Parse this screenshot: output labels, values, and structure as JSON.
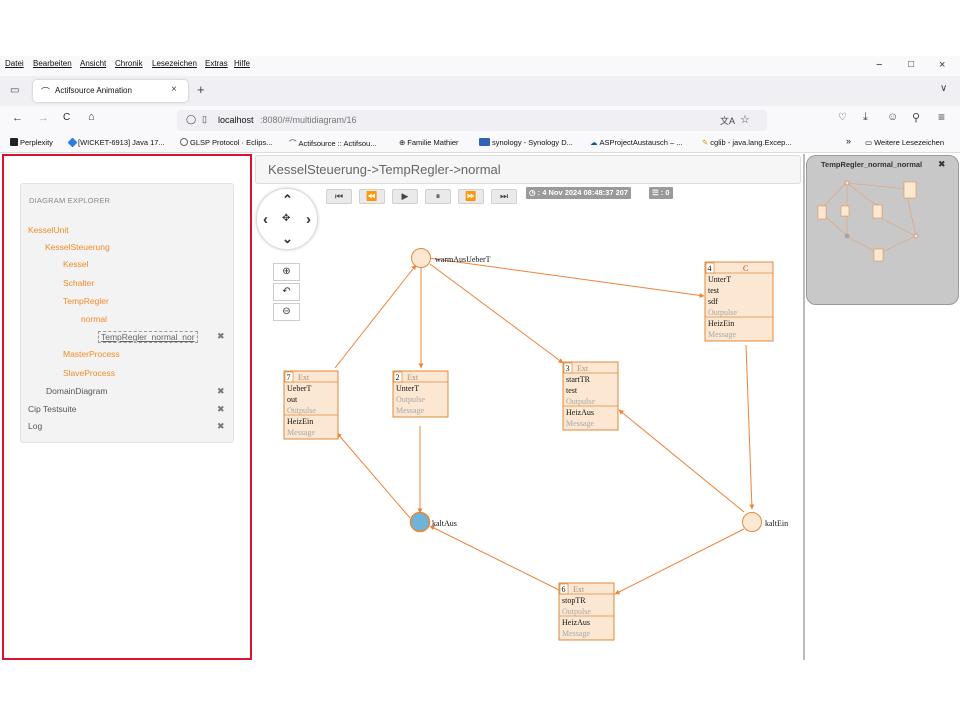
{
  "menu": [
    "Datei",
    "Bearbeiten",
    "Ansicht",
    "Chronik",
    "Lesezeichen",
    "Extras",
    "Hilfe"
  ],
  "window_controls": {
    "minimize": "−",
    "maximize": "□",
    "close": "×"
  },
  "tab": {
    "title": "Actifsource Animation",
    "close": "×",
    "new_tab": "+"
  },
  "nav": {
    "back": "←",
    "forward": "→",
    "reload": "C",
    "home": "⌂",
    "shield": "◯",
    "page": "▯",
    "url_host": "localhost",
    "url_rest": ":8080/#/multidiagram/16",
    "list_all": "∨"
  },
  "bookmarks": [
    {
      "label": "Perplexity",
      "color": "#222"
    },
    {
      "label": "[WICKET-6913] Java 17...",
      "color": "#2a7de1"
    },
    {
      "label": "GLSP Protocol · Eclips...",
      "color": "#666"
    },
    {
      "label": "Actifsource :: Actifsou...",
      "color": "#444"
    },
    {
      "label": "Familie Mathier",
      "color": "#666"
    },
    {
      "label": "synology - Synology D...",
      "color": "#2f64b8"
    },
    {
      "label": "ASProjectAustausch – ...",
      "color": "#1a4f9e"
    },
    {
      "label": "cglib - java.lang.Excep...",
      "color": "#d69e00"
    }
  ],
  "bookmarks_more": "»",
  "bookmarks_folder": "Weitere Lesezeichen",
  "explorer": {
    "heading": "DIAGRAM EXPLORER",
    "items": [
      {
        "label": "KesselUnit"
      },
      {
        "label": "KesselSteuerung"
      },
      {
        "label": "Kessel"
      },
      {
        "label": "Schalter"
      },
      {
        "label": "TempRegler"
      },
      {
        "label": "normal"
      },
      {
        "label": "TempRegler_normal_nor"
      },
      {
        "label": "MasterProcess"
      },
      {
        "label": "SlaveProcess"
      },
      {
        "label": "DomainDiagram"
      },
      {
        "label": "Cip Testsuite"
      },
      {
        "label": "Log"
      }
    ],
    "close_glyph": "✖"
  },
  "diagram": {
    "title": "KesselSteuerung->TempRegler->normal",
    "timestamp": "◷ : 4 Nov 2024 08:48:37 207",
    "queue": "☰ : 0",
    "player": [
      "⏮",
      "⏪",
      "▶",
      "⏸",
      "⏩",
      "⏭"
    ],
    "pan": {
      "up": "⌃",
      "down": "⌄",
      "left": "‹",
      "right": "›",
      "center": "✥"
    },
    "zoom": {
      "in": "⊕",
      "reset": "↶",
      "out": "⊖"
    },
    "states": [
      {
        "label": "warmAusUeberT"
      },
      {
        "label": "kaltAus"
      },
      {
        "label": "kaltEin"
      }
    ],
    "boxes": [
      {
        "id": "4",
        "type": "C",
        "rows": [
          {
            "t": "UnterT",
            "g": false
          },
          {
            "t": "test",
            "g": false
          },
          {
            "t": "sdf",
            "g": false
          },
          {
            "t": "Outpulse",
            "g": true
          },
          {
            "t": "HeizEin",
            "g": false
          },
          {
            "t": "Message",
            "g": true
          }
        ]
      },
      {
        "id": "7",
        "type": "Ext",
        "rows": [
          {
            "t": "UeberT",
            "g": false
          },
          {
            "t": "out",
            "g": false
          },
          {
            "t": "Outpulse",
            "g": true
          },
          {
            "t": "HeizEin",
            "g": false
          },
          {
            "t": "Message",
            "g": true
          }
        ]
      },
      {
        "id": "2",
        "type": "Ext",
        "rows": [
          {
            "t": "UnterT",
            "g": false
          },
          {
            "t": "Outpulse",
            "g": true
          },
          {
            "t": "Message",
            "g": true
          }
        ]
      },
      {
        "id": "3",
        "type": "Ext",
        "rows": [
          {
            "t": "startTR",
            "g": false
          },
          {
            "t": "test",
            "g": false
          },
          {
            "t": "Outpulse",
            "g": true
          },
          {
            "t": "HeizAus",
            "g": false
          },
          {
            "t": "Message",
            "g": true
          }
        ]
      },
      {
        "id": "6",
        "type": "Ext",
        "rows": [
          {
            "t": "stopTR",
            "g": false
          },
          {
            "t": "Outpulse",
            "g": true
          },
          {
            "t": "HeizAus",
            "g": false
          },
          {
            "t": "Message",
            "g": true
          }
        ]
      }
    ]
  },
  "minimap": {
    "title": "TempRegler_normal_normal",
    "close_glyph": "✖"
  },
  "colors": {
    "accent": "#f28c28",
    "box_fill": "#fbe7d2",
    "box_border": "#e0893a",
    "edge": "#f0823a",
    "selection_border": "#d8132b",
    "active_state": "#6fb3d8"
  }
}
